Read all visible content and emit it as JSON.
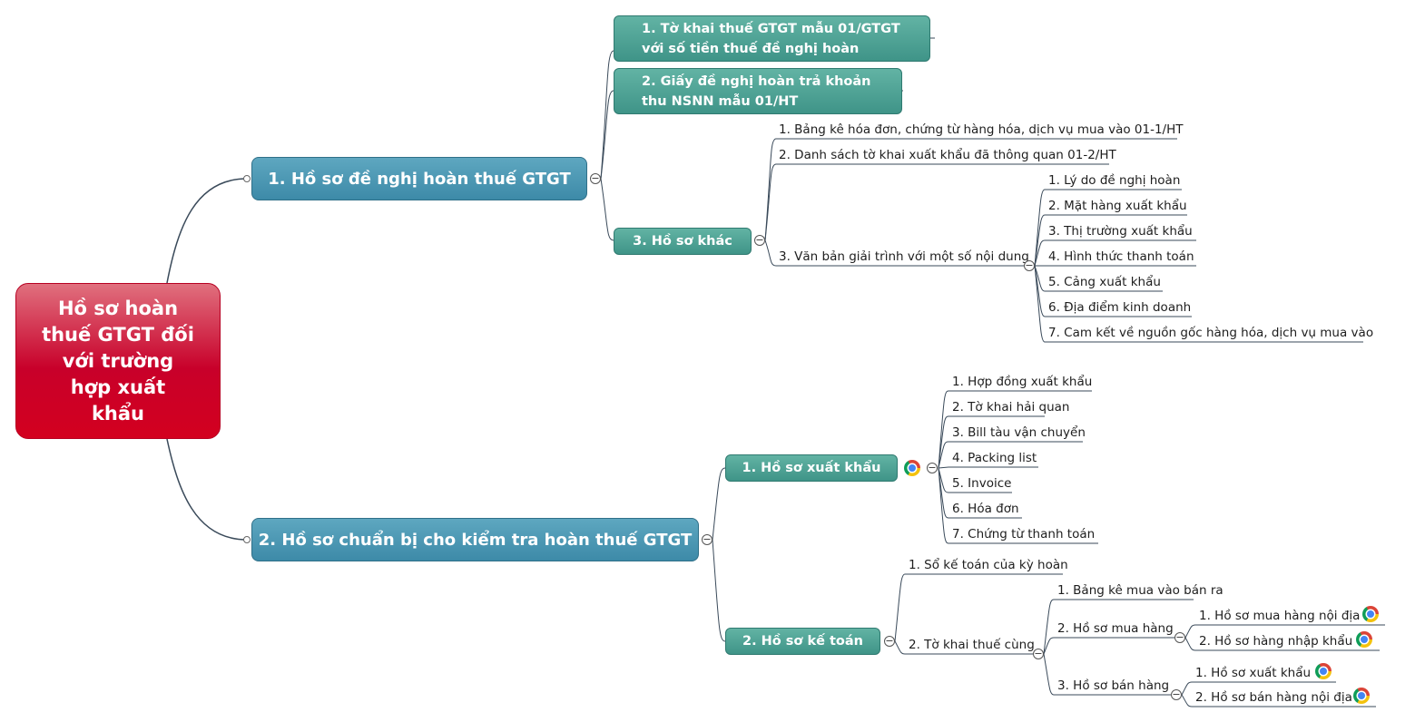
{
  "root": {
    "title": "Hồ sơ hoàn thuế GTGT đối với trường hợp xuất khẩu"
  },
  "branch1": {
    "label": "1. Hồ sơ đề nghị hoàn thuế GTGT",
    "items": [
      "1. Tờ khai thuế GTGT mẫu 01/GTGT với số tiền thuế đề nghị hoàn",
      "2. Giấy đề nghị hoàn trả khoản thu NSNN mẫu 01/HT"
    ],
    "other": {
      "label": "3. Hồ sơ khác",
      "items": [
        "1. Bảng kê hóa đơn, chứng từ hàng hóa, dịch vụ mua vào 01-1/HT",
        "2. Danh sách tờ khai xuất khẩu đã thông quan 01-2/HT",
        "3. Văn bản giải trình với một số nội dung"
      ],
      "explain_items": [
        "1. Lý do đề nghị hoàn",
        "2. Mặt hàng xuất khẩu",
        "3. Thị trường xuất khẩu",
        "4. Hình thức thanh toán",
        "5. Cảng xuất khẩu",
        "6. Địa điểm kinh doanh",
        "7. Cam kết về nguồn gốc hàng hóa, dịch vụ mua vào"
      ]
    }
  },
  "branch2": {
    "label": "2. Hồ sơ chuẩn bị cho kiểm tra hoàn thuế GTGT",
    "export": {
      "label": "1. Hồ sơ xuất khẩu",
      "icon": "chrome-icon",
      "items": [
        "1. Hợp đồng xuất khẩu",
        "2. Tờ khai hải quan",
        "3. Bill tàu vận chuyển",
        "4. Packing list",
        "5. Invoice",
        "6. Hóa đơn",
        "7. Chứng từ thanh toán"
      ]
    },
    "accounting": {
      "label": "2. Hồ sơ kế toán",
      "items": [
        "1. Sổ kế toán của kỳ hoàn",
        "2. Tờ khai thuế cùng"
      ],
      "declaration_items": [
        "1. Bảng kê mua vào bán ra",
        "2. Hồ sơ mua hàng",
        "3. Hồ sơ bán hàng"
      ],
      "purchase_items": [
        "1. Hồ sơ mua hàng nội địa",
        "2. Hồ sơ hàng nhập khẩu"
      ],
      "sales_items": [
        "1. Hồ sơ xuất khẩu",
        "2. Hồ sơ bán hàng nội địa"
      ]
    }
  },
  "colors": {
    "root": "#c8002a",
    "main": "#3d8aa8",
    "sub": "#3f9488",
    "line": "#3a4a5a"
  }
}
